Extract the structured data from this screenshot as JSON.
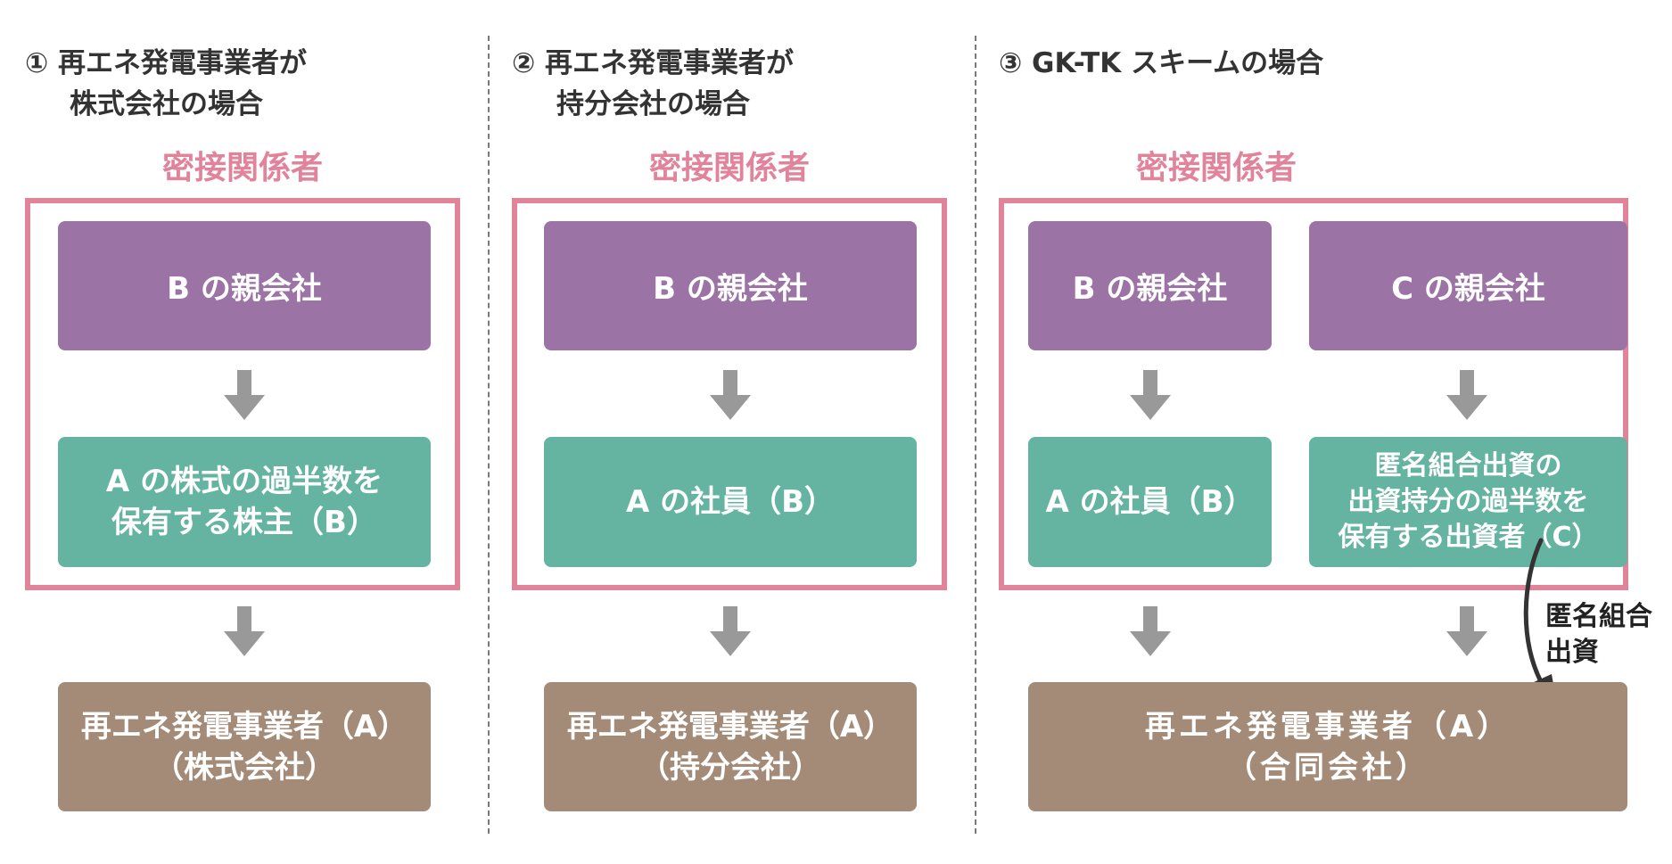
{
  "colors": {
    "related_frame": "#e0839b",
    "parent_box": "#9b73a5",
    "holder_box": "#65b3a1",
    "operator_box": "#a38b78",
    "arrow": "#999999",
    "curve_arrow": "#333333"
  },
  "sections": [
    {
      "heading_line1": "① 再エネ発電事業者が",
      "heading_line2": "株式会社の場合",
      "group_label": "密接関係者",
      "parent_label": "B の親会社",
      "holder_line1": "A の株式の過半数を",
      "holder_line2": "保有する株主（B）",
      "operator_line1": "再エネ発電事業者（A）",
      "operator_line2": "（株式会社）"
    },
    {
      "heading_line1": "② 再エネ発電事業者が",
      "heading_line2": "持分会社の場合",
      "group_label": "密接関係者",
      "parent_label": "B の親会社",
      "holder_line1": "A の社員（B）",
      "operator_line1": "再エネ発電事業者（A）",
      "operator_line2": "（持分会社）"
    },
    {
      "heading_line1": "③ GK-TK スキームの場合",
      "group_label": "密接関係者",
      "parent_b_label": "B の親会社",
      "parent_c_label": "C の親会社",
      "member_label": "A の社員（B）",
      "investor_line1": "匿名組合出資の",
      "investor_line2": "出資持分の過半数を",
      "investor_line3": "保有する出資者（C）",
      "investment_line1": "匿名組合",
      "investment_line2": "出資",
      "operator_line1": "再エネ発電事業者（A）",
      "operator_line2": "（合同会社）"
    }
  ]
}
